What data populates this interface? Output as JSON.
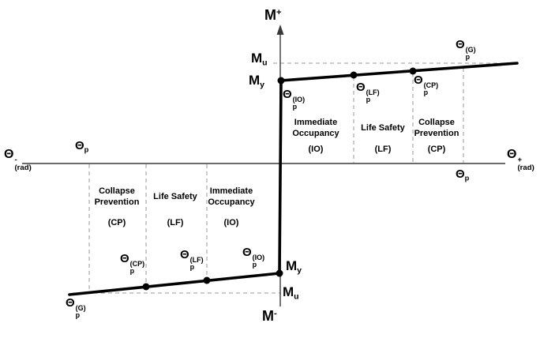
{
  "labels": {
    "m_plus": {
      "base": "M",
      "sup": "+"
    },
    "m_minus": {
      "base": "M",
      "sup": "-"
    },
    "m_u_pos": {
      "base": "M",
      "sub": "u"
    },
    "m_y_pos": {
      "base": "M",
      "sub": "y"
    },
    "m_y_neg": {
      "base": "M",
      "sub": "y"
    },
    "m_u_neg": {
      "base": "M",
      "sub": "u"
    },
    "theta_rad_neg": {
      "base": "Θ",
      "sup": "-",
      "sub": "(rad)"
    },
    "theta_rad_pos": {
      "base": "Θ",
      "sup": "+",
      "sub": "(rad)"
    },
    "theta_p_left": {
      "base": "Θ",
      "sub": "p"
    },
    "theta_p_right": {
      "base": "Θ",
      "sub": "p"
    },
    "theta_p_g_pos": {
      "base": "Θ",
      "sub": "p",
      "sup": "(G)"
    },
    "theta_p_io_pos": {
      "base": "Θ",
      "sub": "p",
      "sup": "(IO)"
    },
    "theta_p_lf_pos": {
      "base": "Θ",
      "sub": "p",
      "sup": "(LF)"
    },
    "theta_p_cp_pos": {
      "base": "Θ",
      "sub": "p",
      "sup": "(CP)"
    },
    "theta_p_g_neg": {
      "base": "Θ",
      "sub": "p",
      "sup": "(G)"
    },
    "theta_p_io_neg": {
      "base": "Θ",
      "sub": "p",
      "sup": "(IO)"
    },
    "theta_p_lf_neg": {
      "base": "Θ",
      "sub": "p",
      "sup": "(LF)"
    },
    "theta_p_cp_neg": {
      "base": "Θ",
      "sub": "p",
      "sup": "(CP)"
    }
  },
  "regions": {
    "positive": [
      {
        "name": "Immediate Occupancy",
        "abbr": "(IO)"
      },
      {
        "name": "Life Safety",
        "abbr": "(LF)"
      },
      {
        "name": "Collapse Prevention",
        "abbr": "(CP)"
      }
    ],
    "negative": [
      {
        "name": "Collapse Prevention",
        "abbr": "(CP)"
      },
      {
        "name": "Life Safety",
        "abbr": "(LF)"
      },
      {
        "name": "Immediate Occupancy",
        "abbr": "(IO)"
      }
    ]
  },
  "colors": {
    "curve": "#000000",
    "axis": "#3a3a3a",
    "dashed": "#9a9a9a",
    "background": "#ffffff",
    "text": "#000000"
  }
}
